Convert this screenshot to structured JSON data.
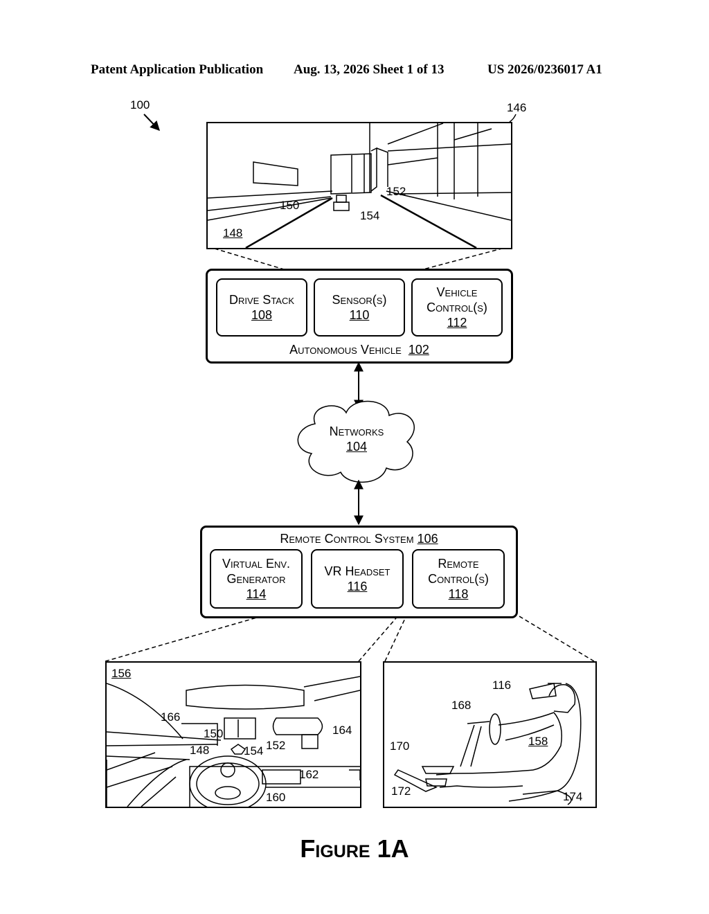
{
  "header": {
    "left": "Patent Application Publication",
    "center": "Aug. 13, 2026  Sheet 1 of 13",
    "right": "US 2026/0236017 A1"
  },
  "system_ref": "100",
  "camera_view": {
    "ref": "146",
    "label_148": "148",
    "label_150": "150",
    "label_152": "152",
    "label_154": "154"
  },
  "autonomous_vehicle": {
    "caption": "Autonomous Vehicle",
    "ref": "102",
    "modules": [
      {
        "label": "Drive Stack",
        "ref": "108"
      },
      {
        "label": "Sensor(s)",
        "ref": "110"
      },
      {
        "label": "Vehicle Control(s)",
        "ref": "112"
      }
    ]
  },
  "networks": {
    "label": "Networks",
    "ref": "104"
  },
  "remote_control_system": {
    "caption": "Remote Control System",
    "ref": "106",
    "modules": [
      {
        "label": "Virtual Env. Generator",
        "ref": "114"
      },
      {
        "label": "VR Headset",
        "ref": "116"
      },
      {
        "label": "Remote Control(s)",
        "ref": "118"
      }
    ]
  },
  "virtual_view": {
    "ref": "156",
    "labels": [
      "166",
      "150",
      "164",
      "148",
      "154",
      "152",
      "162",
      "160"
    ]
  },
  "operator_view": {
    "labels": [
      "116",
      "168",
      "158",
      "170",
      "172",
      "174"
    ]
  },
  "figure_title": "Figure 1A"
}
